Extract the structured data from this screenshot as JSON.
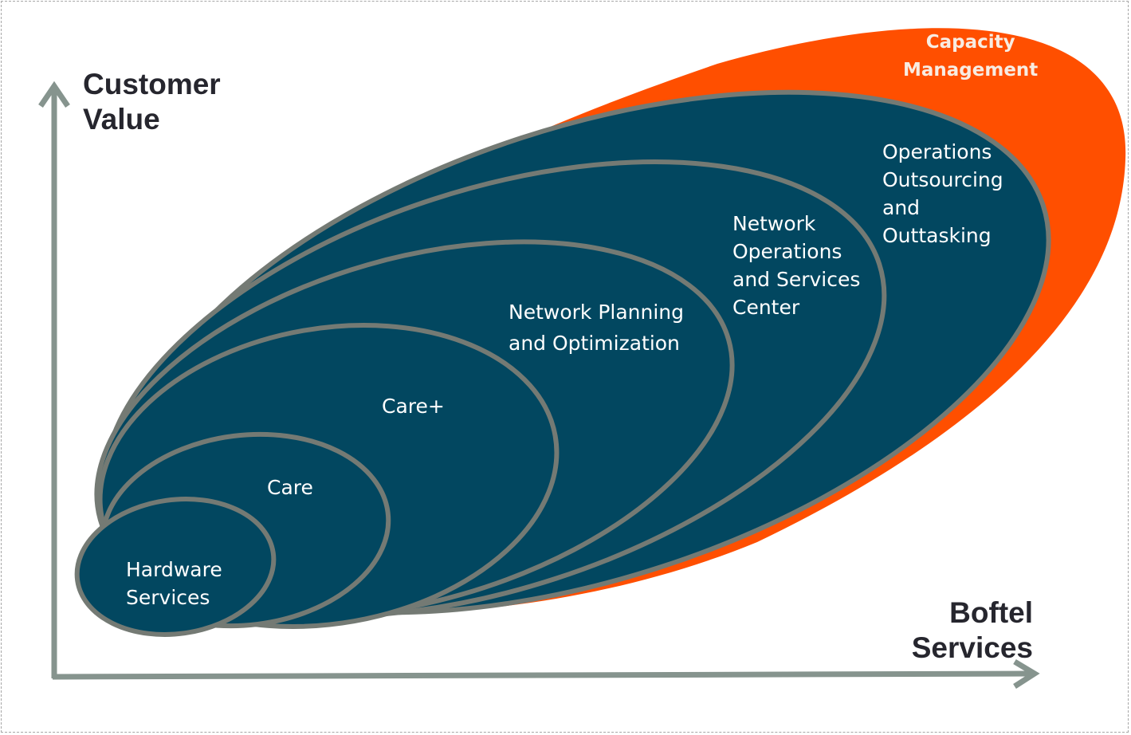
{
  "diagram": {
    "y_axis_title": [
      "Customer",
      "Value"
    ],
    "x_axis_title": [
      "Boftel",
      "Services"
    ],
    "outer_region": {
      "label": [
        "Capacity",
        "Management"
      ],
      "color": "#ff4f00"
    },
    "ellipse_fill": "#024760",
    "ellipse_stroke": "#747a74",
    "axis_color": "#86948e",
    "levels": [
      {
        "label": [
          "Hardware",
          "Services"
        ]
      },
      {
        "label": [
          "Care"
        ]
      },
      {
        "label": [
          "Care+"
        ]
      },
      {
        "label": [
          "Network Planning",
          "and Optimization"
        ]
      },
      {
        "label": [
          "Network",
          "Operations",
          "and Services",
          "Center"
        ]
      },
      {
        "label": [
          "Operations",
          "Outsourcing",
          "and",
          "Outtasking"
        ]
      }
    ]
  }
}
